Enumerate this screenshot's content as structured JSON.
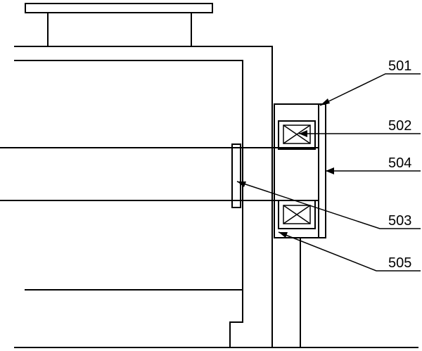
{
  "labels": {
    "l501": "501",
    "l502": "502",
    "l503": "503",
    "l504": "504",
    "l505": "505"
  }
}
